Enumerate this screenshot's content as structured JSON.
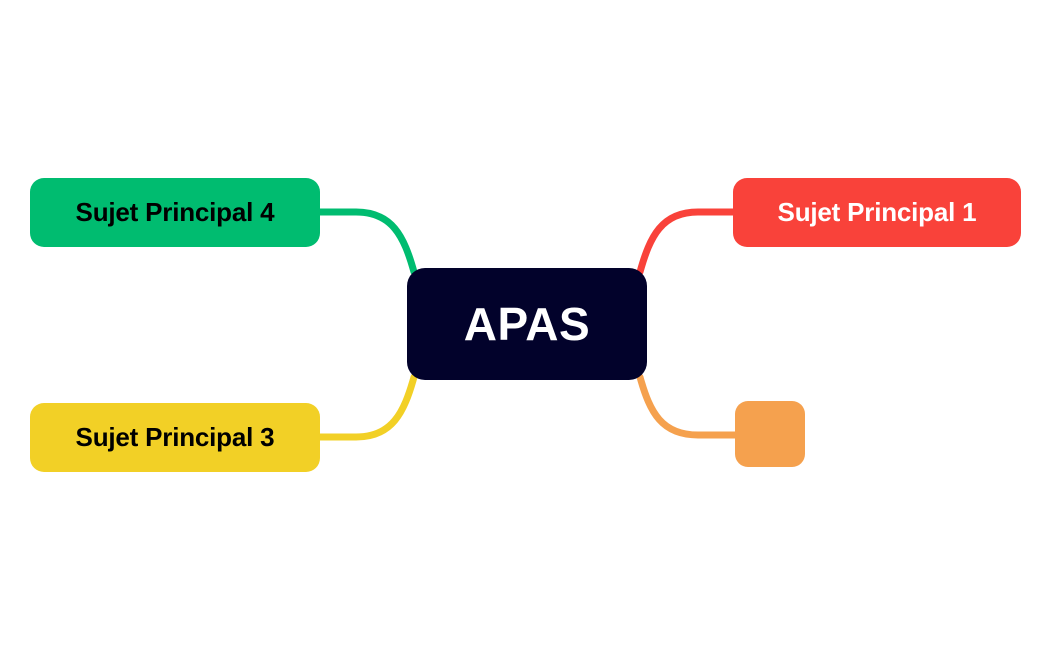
{
  "diagram": {
    "type": "mind-map",
    "title": "APAS",
    "background_color": "#ffffff",
    "root": {
      "label": "APAS",
      "fill_color": "#02022b",
      "text_color": "#ffffff"
    },
    "branches": [
      {
        "id": "branch-1",
        "label": "Sujet Principal 1",
        "fill_color": "#f9423a",
        "text_color": "#ffffff",
        "position": "upper-right"
      },
      {
        "id": "branch-2",
        "label": "",
        "fill_color": "#f5a14e",
        "text_color": "#000000",
        "position": "lower-right"
      },
      {
        "id": "branch-3",
        "label": "Sujet Principal 3",
        "fill_color": "#f2d026",
        "text_color": "#000000",
        "position": "lower-left"
      },
      {
        "id": "branch-4",
        "label": "Sujet Principal 4",
        "fill_color": "#00bc70",
        "text_color": "#000000",
        "position": "upper-left"
      }
    ],
    "connectors": [
      {
        "id": "connector-branch-4",
        "color": "#00bc70",
        "from": "branch-4",
        "to": "root"
      },
      {
        "id": "connector-branch-3",
        "color": "#f2d026",
        "from": "branch-3",
        "to": "root"
      },
      {
        "id": "connector-branch-1",
        "color": "#f9423a",
        "from": "root",
        "to": "branch-1"
      },
      {
        "id": "connector-branch-2",
        "color": "#f5a14e",
        "from": "root",
        "to": "branch-2"
      }
    ]
  }
}
